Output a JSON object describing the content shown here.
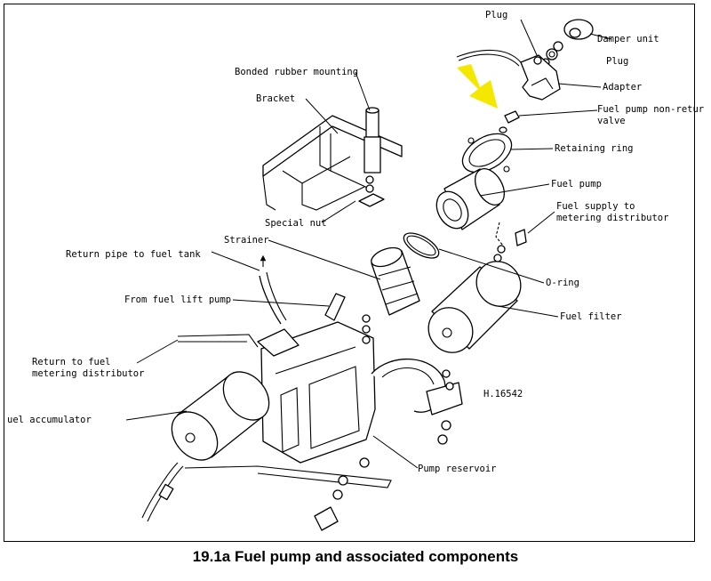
{
  "diagram_id": "H.16542",
  "caption": "19.1a  Fuel pump and associated components",
  "labels": {
    "plug_top": "Plug",
    "damper_unit": "Damper unit",
    "plug_right": "Plug",
    "bonded_rubber_mounting": "Bonded rubber mounting",
    "bracket": "Bracket",
    "adapter": "Adapter",
    "fuel_pump_non_return_1": "Fuel pump non-retur",
    "fuel_pump_non_return_2": "valve",
    "retaining_ring": "Retaining ring",
    "fuel_pump": "Fuel pump",
    "special_nut": "Special nut",
    "fuel_supply_1": "Fuel supply to",
    "fuel_supply_2": "metering distributor",
    "strainer": "Strainer",
    "return_pipe": "Return pipe to fuel tank",
    "from_fuel_lift_pump": "From fuel lift pump",
    "o_ring": "O-ring",
    "fuel_filter": "Fuel filter",
    "return_to_fuel_1": "Return to fuel",
    "return_to_fuel_2": "metering distributor",
    "fuel_accumulator": "uel accumulator",
    "pump_reservoir": "Pump reservoir"
  },
  "colors": {
    "highlight_arrow": "#f5e800"
  }
}
